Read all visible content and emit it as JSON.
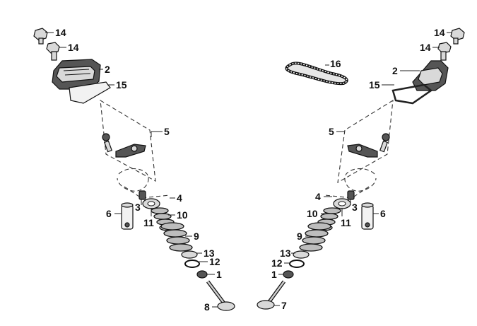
{
  "diagram": {
    "callouts": [
      {
        "id": "L14a",
        "text": "14"
      },
      {
        "id": "L14b",
        "text": "14"
      },
      {
        "id": "L2",
        "text": "2"
      },
      {
        "id": "L15",
        "text": "15"
      },
      {
        "id": "L5",
        "text": "5"
      },
      {
        "id": "L4",
        "text": "4"
      },
      {
        "id": "L3",
        "text": "3"
      },
      {
        "id": "L6",
        "text": "6"
      },
      {
        "id": "L11",
        "text": "11"
      },
      {
        "id": "L10",
        "text": "10"
      },
      {
        "id": "L9",
        "text": "9"
      },
      {
        "id": "L13",
        "text": "13"
      },
      {
        "id": "L12",
        "text": "12"
      },
      {
        "id": "L1",
        "text": "1"
      },
      {
        "id": "L8",
        "text": "8"
      },
      {
        "id": "R14a",
        "text": "14"
      },
      {
        "id": "R14b",
        "text": "14"
      },
      {
        "id": "R2",
        "text": "2"
      },
      {
        "id": "R15",
        "text": "15"
      },
      {
        "id": "R16",
        "text": "16"
      },
      {
        "id": "R5",
        "text": "5"
      },
      {
        "id": "R4",
        "text": "4"
      },
      {
        "id": "R3",
        "text": "3"
      },
      {
        "id": "R6",
        "text": "6"
      },
      {
        "id": "R10",
        "text": "10"
      },
      {
        "id": "R11",
        "text": "11"
      },
      {
        "id": "R9",
        "text": "9"
      },
      {
        "id": "R13",
        "text": "13"
      },
      {
        "id": "R12",
        "text": "12"
      },
      {
        "id": "R1",
        "text": "1"
      },
      {
        "id": "R7",
        "text": "7"
      }
    ]
  }
}
